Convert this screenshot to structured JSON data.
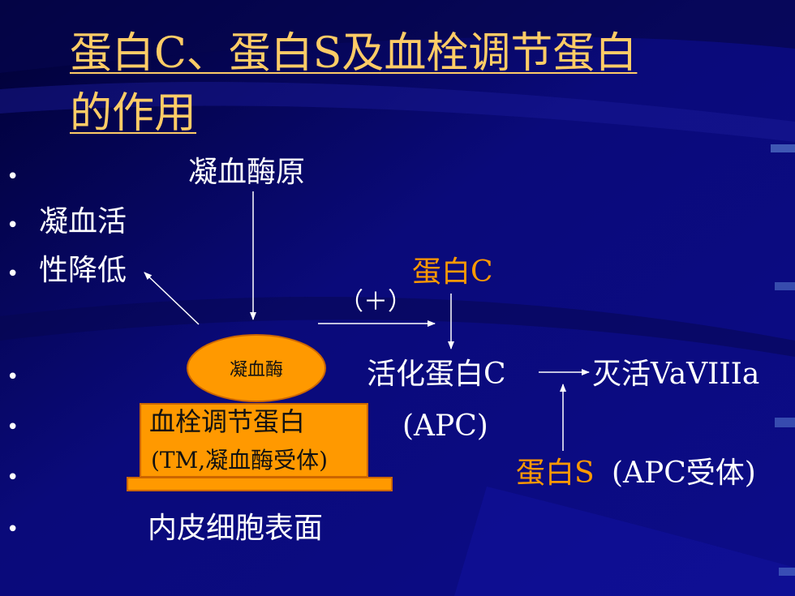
{
  "title": {
    "line1": "蛋白C、蛋白S及血栓调节蛋白",
    "line2": "的作用"
  },
  "bullet_symbol": "•",
  "labels": {
    "prothrombin": "凝血酶原",
    "coag_activity_1": "凝血活",
    "coag_activity_2": "性降低",
    "protein_c": "蛋白C",
    "plus": "（＋）",
    "thrombin": "凝血酶",
    "activated_pc": "活化蛋白C",
    "inactivates": "灭活VaVIIIa",
    "tm_line1": "血栓调节蛋白",
    "tm_line2": "(TM,凝血酶受体)",
    "apc": "(APC)",
    "protein_s": "蛋白S",
    "apc_receptor": "(APC受体)",
    "endothelium": "内皮细胞表面"
  },
  "colors": {
    "background": "#0a0a7a",
    "title": "#ffcc66",
    "accent": "#ff9900",
    "text": "#ffffff"
  }
}
